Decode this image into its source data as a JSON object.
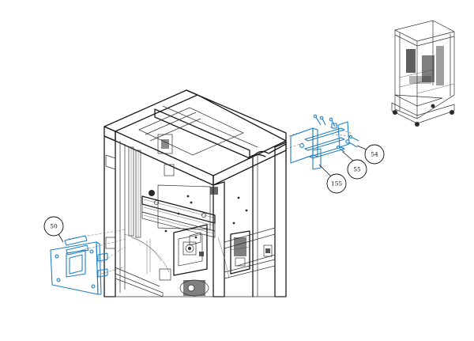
{
  "callouts": [
    {
      "id": "54",
      "label": "54"
    },
    {
      "id": "55",
      "label": "55"
    },
    {
      "id": "155",
      "label": "155"
    },
    {
      "id": "50",
      "label": "50"
    }
  ],
  "colors": {
    "highlight": "#1f7fc2",
    "line": "#1a1a1a",
    "background": "#ffffff"
  }
}
